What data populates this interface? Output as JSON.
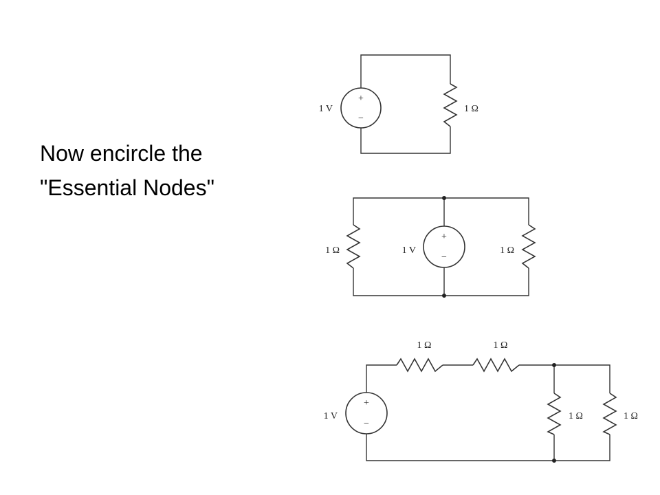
{
  "slide": {
    "prompt_line1": "Now encircle the",
    "prompt_line2": "\"Essential Nodes\""
  },
  "circuit1": {
    "source_label": "1 V",
    "source_plus": "+",
    "source_minus": "−",
    "resistor_label": "1 Ω"
  },
  "circuit2": {
    "left_resistor_label": "1 Ω",
    "source_label": "1 V",
    "source_plus": "+",
    "source_minus": "−",
    "right_resistor_label": "1 Ω"
  },
  "circuit3": {
    "series_resistor1_label": "1 Ω",
    "series_resistor2_label": "1 Ω",
    "source_label": "1 V",
    "source_plus": "+",
    "source_minus": "−",
    "shunt_resistor1_label": "1 Ω",
    "shunt_resistor2_label": "1 Ω"
  },
  "colors": {
    "ink": "#333333",
    "text": "#000000"
  }
}
